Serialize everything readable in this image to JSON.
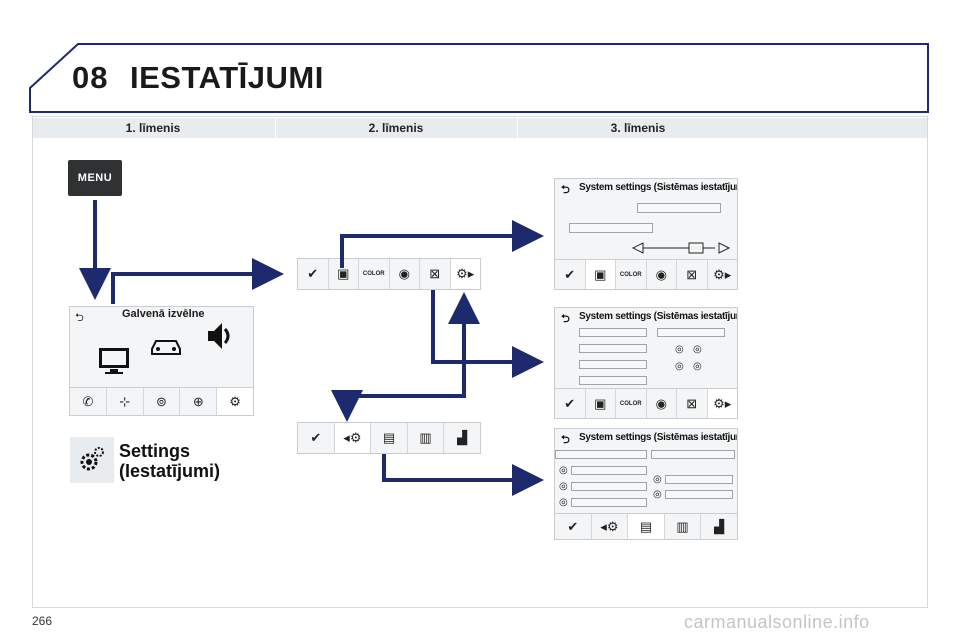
{
  "header": {
    "chapter_number": "08",
    "chapter_title": "IESTATĪJUMI"
  },
  "levels": [
    "1. līmenis",
    "2. līmenis",
    "3. līmenis"
  ],
  "menu_button": {
    "label": "MENU"
  },
  "main_menu": {
    "title": "Galvenā izvēlne",
    "icons": [
      "monitor-icon",
      "car-icon",
      "speaker-icon"
    ],
    "toolbar": [
      "bluetooth-phone-icon",
      "navigation-icon",
      "media-icon",
      "globe-icon",
      "settings-icon"
    ]
  },
  "settings": {
    "label_line1": "Settings",
    "label_line2": "(Iestatījumi)"
  },
  "level2": {
    "toolbar_a": {
      "check": "✔",
      "color_label": "COLOR"
    },
    "toolbar_b": {
      "check": "✔"
    }
  },
  "level3": {
    "panel1": {
      "title": "System settings (Sistēmas iestatījumi)",
      "color_label": "COLOR",
      "check": "✔"
    },
    "panel2": {
      "title": "System settings (Sistēmas iestatījumi)",
      "color_label": "COLOR",
      "check": "✔"
    },
    "panel3": {
      "title": "System settings (Sistēmas iestatījumi)",
      "check": "✔"
    }
  },
  "footer": {
    "page_number": "266",
    "watermark": "carmanualsonline.info"
  },
  "colors": {
    "arrow": "#1e2a6e",
    "header_border": "#1e2a6e",
    "panel_bg": "#f4f5f6",
    "menu_bg": "#2f3133"
  }
}
